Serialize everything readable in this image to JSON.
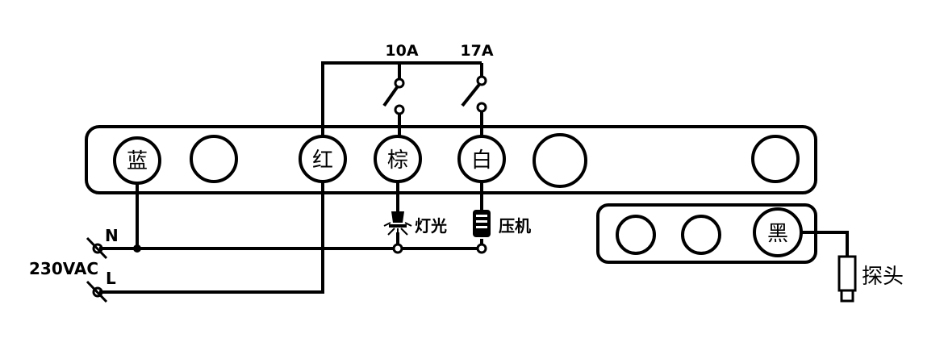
{
  "terminals": {
    "blue": "蓝",
    "red": "红",
    "brown": "棕",
    "white": "白",
    "black": "黑"
  },
  "relays": {
    "light_rating": "10A",
    "compressor_rating": "17A"
  },
  "loads": {
    "light": "灯光",
    "compressor": "压机"
  },
  "power": {
    "voltage": "230VAC",
    "neutral": "N",
    "live": "L"
  },
  "probe": {
    "label": "探头"
  }
}
